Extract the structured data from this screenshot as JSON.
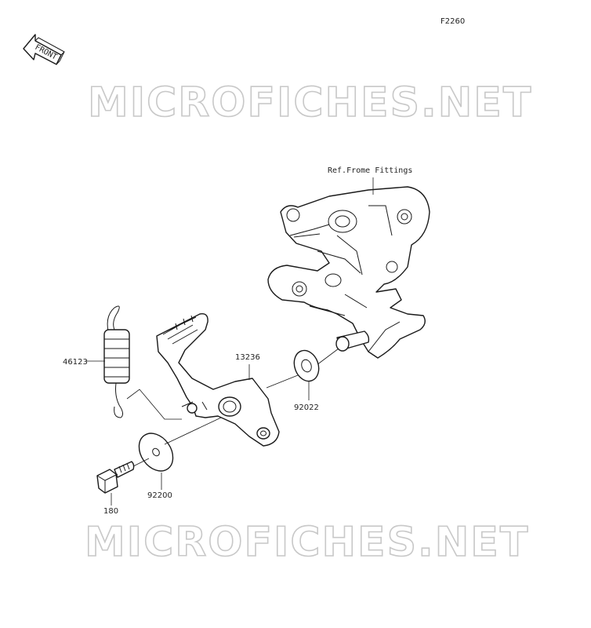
{
  "figure_code": "F2260",
  "front_arrow_text": "FRONT",
  "watermark_text": "MICROFICHES.NET",
  "ref_note": "Ref.Frome Fittings",
  "parts": {
    "spring": "46123",
    "pedal": "13236",
    "washer_small": "92022",
    "washer_large": "92200",
    "bolt": "180"
  }
}
